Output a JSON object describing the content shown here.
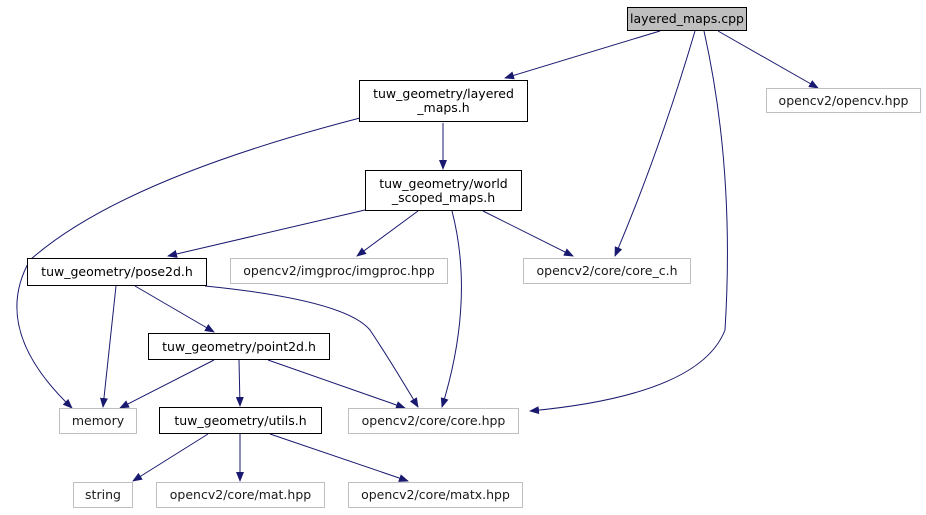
{
  "colors": {
    "edge": "#191970",
    "local_border": "#000000",
    "system_border": "#bfbfbf",
    "root_fill": "#bfbfbf"
  },
  "nodes": {
    "layered_maps_cpp": "layered_maps.cpp",
    "layered_maps_h": "tuw_geometry/layered\n_maps.h",
    "opencv_hpp": "opencv2/opencv.hpp",
    "world_scoped_maps_h": "tuw_geometry/world\n_scoped_maps.h",
    "pose2d_h": "tuw_geometry/pose2d.h",
    "imgproc_hpp": "opencv2/imgproc/imgproc.hpp",
    "core_c_h": "opencv2/core/core_c.h",
    "point2d_h": "tuw_geometry/point2d.h",
    "memory": "memory",
    "utils_h": "tuw_geometry/utils.h",
    "core_hpp": "opencv2/core/core.hpp",
    "string": "string",
    "mat_hpp": "opencv2/core/mat.hpp",
    "matx_hpp": "opencv2/core/matx.hpp"
  }
}
